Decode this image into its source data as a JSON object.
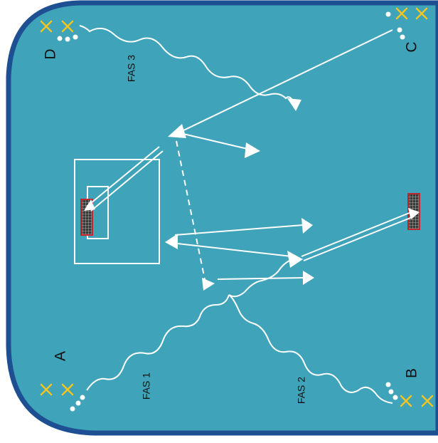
{
  "colors": {
    "pitch": "#3fa3b9",
    "border": "#1d4f92",
    "lines": "#ffffff",
    "cones": "#f2c521",
    "goal_frame": "#c0282e",
    "ink": "#111111"
  },
  "corners": {
    "a": "A",
    "b": "B",
    "c": "C",
    "d": "D"
  },
  "phases": {
    "fas1": "FAS 1",
    "fas2": "FAS 2",
    "fas3": "FAS 3"
  },
  "icons": {
    "cone": "cross-cone-icon",
    "ball": "ball-icon",
    "goal": "goal-net-icon"
  }
}
